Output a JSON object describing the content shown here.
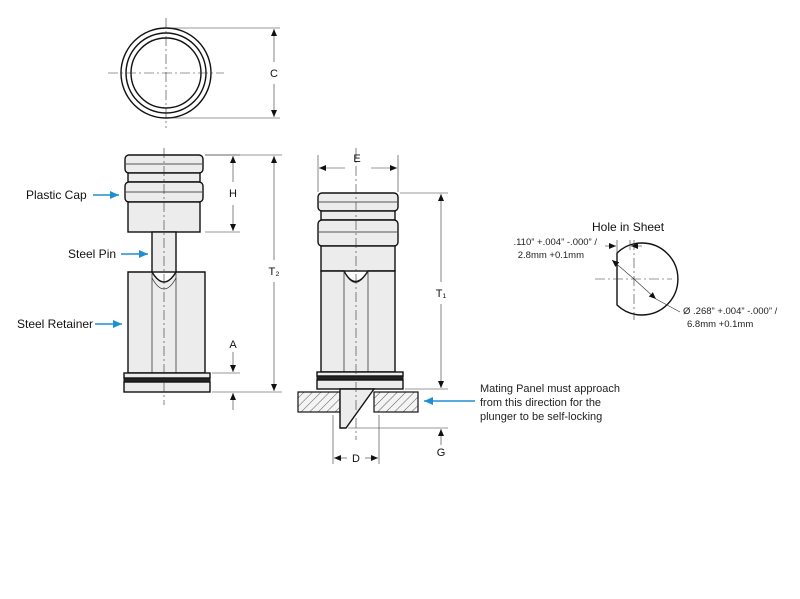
{
  "labels": {
    "plastic_cap": "Plastic Cap",
    "steel_pin": "Steel Pin",
    "steel_retainer": "Steel Retainer",
    "hole_in_sheet": "Hole in Sheet",
    "mating_line1": "Mating Panel must approach",
    "mating_line2": "from this direction for the",
    "mating_line3": "plunger to be self-locking"
  },
  "dimensions": {
    "C": "C",
    "H": "H",
    "T2": "T₂",
    "A": "A",
    "E": "E",
    "T1": "T₁",
    "D": "D",
    "G": "G"
  },
  "hole_spec": {
    "flat_line1": ".110” +.004” -.000” /",
    "flat_line2": "2.8mm +0.1mm",
    "dia_line1": "Ø .268” +.004” -.000” /",
    "dia_line2": "6.8mm +0.1mm"
  },
  "colors": {
    "arrow": "#1e8fd0",
    "line": "#111111"
  }
}
